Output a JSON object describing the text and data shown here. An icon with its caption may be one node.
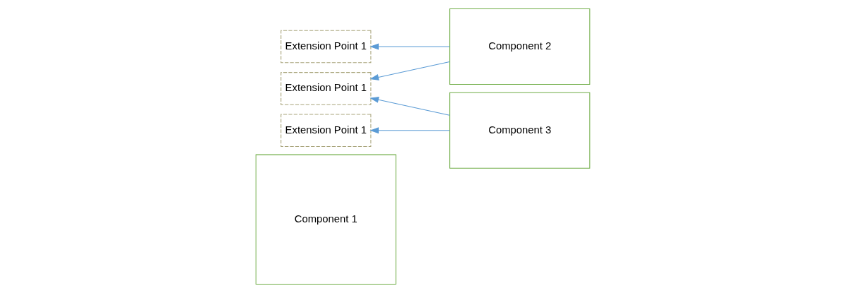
{
  "diagram": {
    "nodes": [
      {
        "text": [
          "Component 1"
        ]
      },
      {
        "text": [
          "Extension Point 1"
        ]
      },
      {
        "text": [
          "Extension Point 1"
        ]
      },
      {
        "text": [
          "Component 2"
        ]
      },
      {
        "text": [
          "Component 3"
        ]
      },
      {
        "text": [
          "Extension Point 1"
        ]
      }
    ],
    "edges": [
      {
        "from": 3,
        "to": 1,
        "arrow": "to"
      },
      {
        "from": 4,
        "to": 1,
        "arrow": "to"
      },
      {
        "from": 4,
        "to": 2,
        "arrow": "to"
      },
      {
        "from": 3,
        "to": 5,
        "arrow": "to"
      }
    ]
  }
}
